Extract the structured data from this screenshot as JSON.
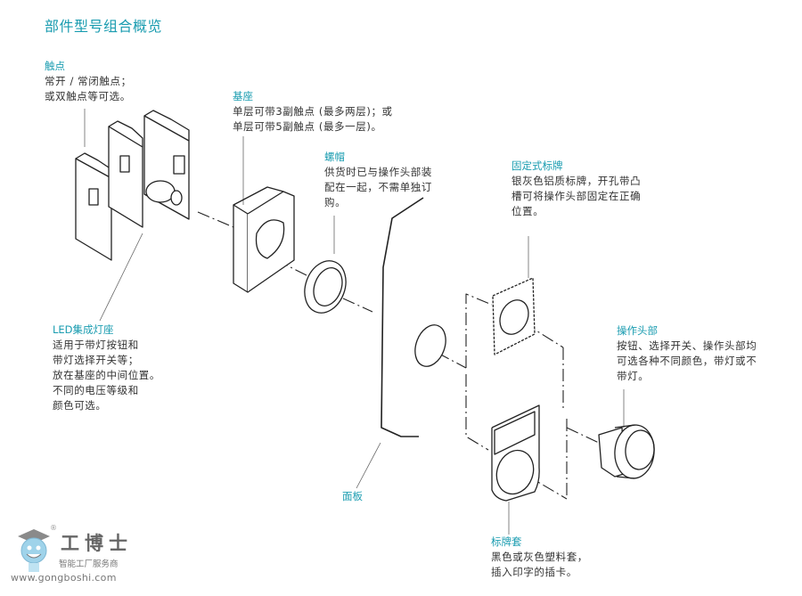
{
  "title": "部件型号组合概览",
  "colors": {
    "accent": "#1a9cb0",
    "text": "#333333",
    "line": "#222222"
  },
  "callouts": {
    "contacts": {
      "head": "触点",
      "lines": [
        "常开 / 常闭触点；",
        "或双触点等可选。"
      ]
    },
    "base": {
      "head": "基座",
      "lines": [
        "单层可带3副触点 (最多两层)；或",
        "单层可带5副触点 (最多一层)。"
      ]
    },
    "nut": {
      "head": "螺帽",
      "lines": [
        "供货时已与操作头部装",
        "配在一起，不需单独订",
        "购。"
      ]
    },
    "fixed_label": {
      "head": "固定式标牌",
      "lines": [
        "银灰色铝质标牌，开孔带凸",
        "槽可将操作头部固定在正确",
        "位置。"
      ]
    },
    "led": {
      "head": "LED集成灯座",
      "lines": [
        "适用于带灯按钮和",
        "带灯选择开关等；",
        "放在基座的中间位置。",
        "不同的电压等级和",
        "颜色可选。"
      ]
    },
    "operator": {
      "head": "操作头部",
      "lines": [
        "按钮、选择开关、操作头部均",
        "可选各种不同颜色，带灯或不",
        "带灯。"
      ]
    },
    "panel": {
      "head": "面板",
      "lines": []
    },
    "label_holder": {
      "head": "标牌套",
      "lines": [
        "黑色或灰色塑料套，",
        "插入印字的插卡。"
      ]
    }
  },
  "watermark": {
    "brand": "工博士",
    "tagline": "智能工厂服务商",
    "url": "www.gongboshi.com",
    "registered": "®"
  }
}
